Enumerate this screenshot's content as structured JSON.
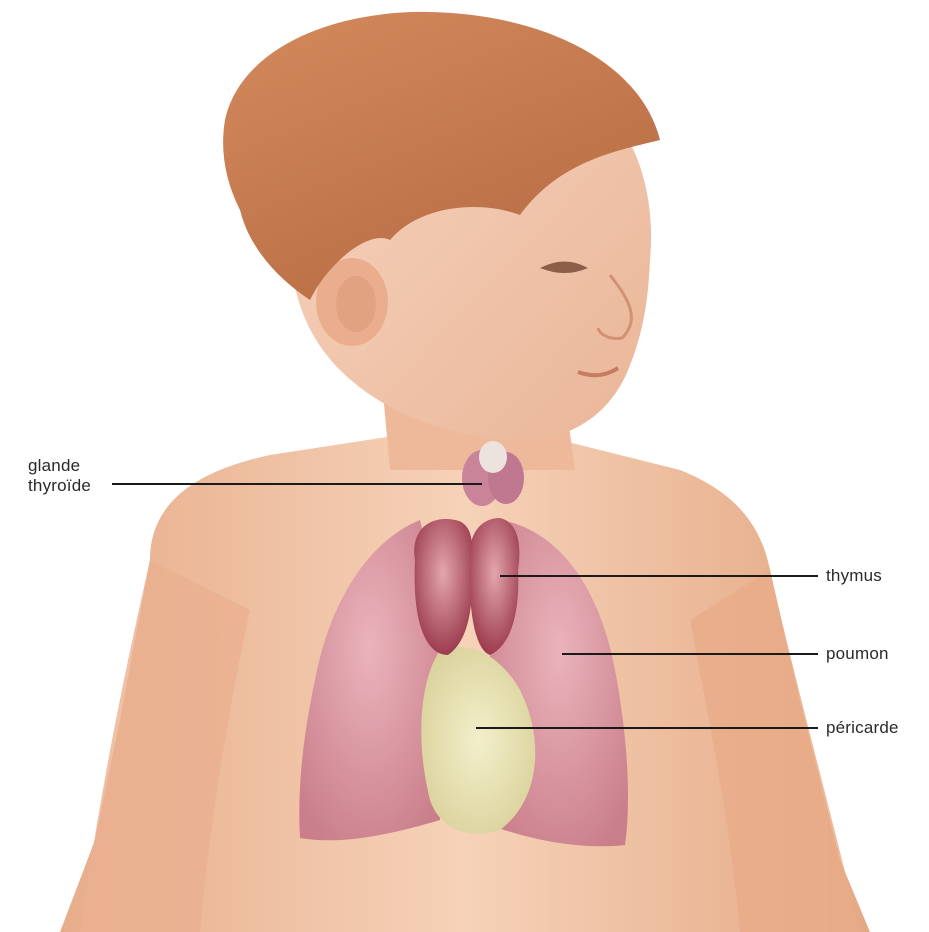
{
  "labels": {
    "thyroid_line1": "glande",
    "thyroid_line2": "thyroïde",
    "thymus": "thymus",
    "lung": "poumon",
    "pericardium": "péricarde"
  },
  "colors": {
    "skin": "#f2c7a8",
    "skin_shadow": "#d99a77",
    "hair": "#c97d52",
    "lung": "#d9919c",
    "thymus": "#a6485a",
    "pericardium": "#ece6b4",
    "leader_line": "#1a1a1a"
  }
}
